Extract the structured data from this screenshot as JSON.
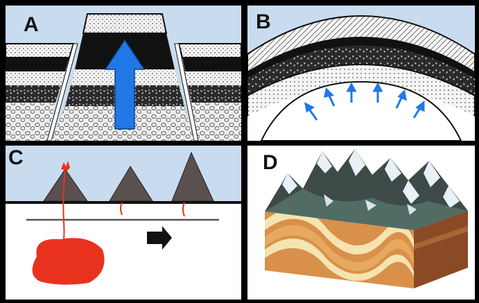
{
  "panels": {
    "a": {
      "label": "A"
    },
    "b": {
      "label": "B"
    },
    "c": {
      "label": "C"
    },
    "d": {
      "label": "D"
    }
  },
  "colors": {
    "sky": "#c9dcef",
    "arrow_blue": "#1f78e6",
    "magma_red": "#e8321e",
    "rock_dark": "#111111",
    "rock_speckle": "#f2f2f2",
    "mountain_grey": "#5a5050",
    "snow": "#e8f1f7",
    "fold_tan": "#e0a25a",
    "fold_cream": "#f5e4b0"
  },
  "icons": [
    "uplift-arrow-icon",
    "push-arrow-icon",
    "motion-arrow-icon"
  ]
}
